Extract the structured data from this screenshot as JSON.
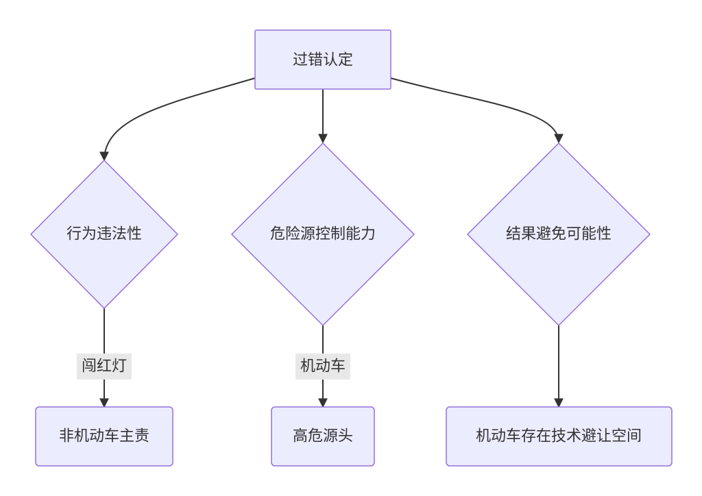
{
  "diagram": {
    "colors": {
      "node_fill": "#ececff",
      "node_stroke": "#9370db",
      "edge": "#333333",
      "label_bg": "#e8e8e8"
    },
    "root": {
      "label": "过错认定"
    },
    "criteria": [
      {
        "label": "行为违法性"
      },
      {
        "label": "危险源控制能力"
      },
      {
        "label": "结果避免可能性"
      }
    ],
    "edge_labels": [
      {
        "label": "闯红灯"
      },
      {
        "label": "机动车"
      },
      {
        "label": ""
      }
    ],
    "outcomes": [
      {
        "label": "非机动车主责"
      },
      {
        "label": "高危源头"
      },
      {
        "label": "机动车存在技术避让空间"
      }
    ]
  }
}
